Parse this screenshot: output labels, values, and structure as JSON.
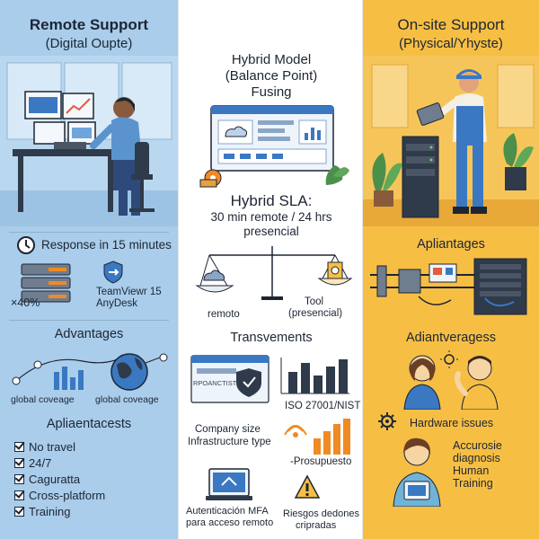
{
  "remote": {
    "title": "Remote Support",
    "subtitle": "(Digital Oupte)",
    "response": "Response in 15 minutes",
    "percent": "×40%",
    "tools": [
      "TeamViewr 15",
      "AnyDesk"
    ],
    "advantages_heading": "Advantages",
    "globe_labels": [
      "global coveage",
      "global coveage"
    ],
    "list_heading": "Apliaentacests",
    "checklist": [
      "No travel",
      "24/7",
      "Caguratta",
      "Cross-platform",
      "Training"
    ]
  },
  "hybrid": {
    "title": [
      "Hybrid Model",
      "(Balance Point)",
      "Fusing"
    ],
    "sla_title": "Hybrid SLA:",
    "sla_detail": [
      "30 min remote / 24 hrs",
      "presencial"
    ],
    "scale_labels": [
      "remoto",
      "Tool",
      "(presencial)"
    ],
    "section_heading": "Transvements",
    "screen_label": "RPOANCTIST",
    "standard": "ISO 27001/NIST",
    "company": [
      "Company size",
      "Infrastructure type"
    ],
    "budget": "-Prosupuesto",
    "mfa": [
      "Autenticación MFA",
      "para acceso remoto"
    ],
    "risk": [
      "Riesgos dedones",
      "cripradas"
    ]
  },
  "onsite": {
    "title": "On-site Support",
    "subtitle": "(Physical/Yhyste)",
    "section1": "Apliantages",
    "section2": "Adiantveragess",
    "hardware": "Hardware issues",
    "points": [
      "Accurosie",
      "diagnosis",
      "Human",
      "Training"
    ]
  },
  "colors": {
    "remote_bg": "#a9cdeb",
    "onsite_bg": "#f6bf44",
    "ink": "#1d2533",
    "accent_blue": "#3a78c2",
    "accent_orange": "#f08a24"
  }
}
